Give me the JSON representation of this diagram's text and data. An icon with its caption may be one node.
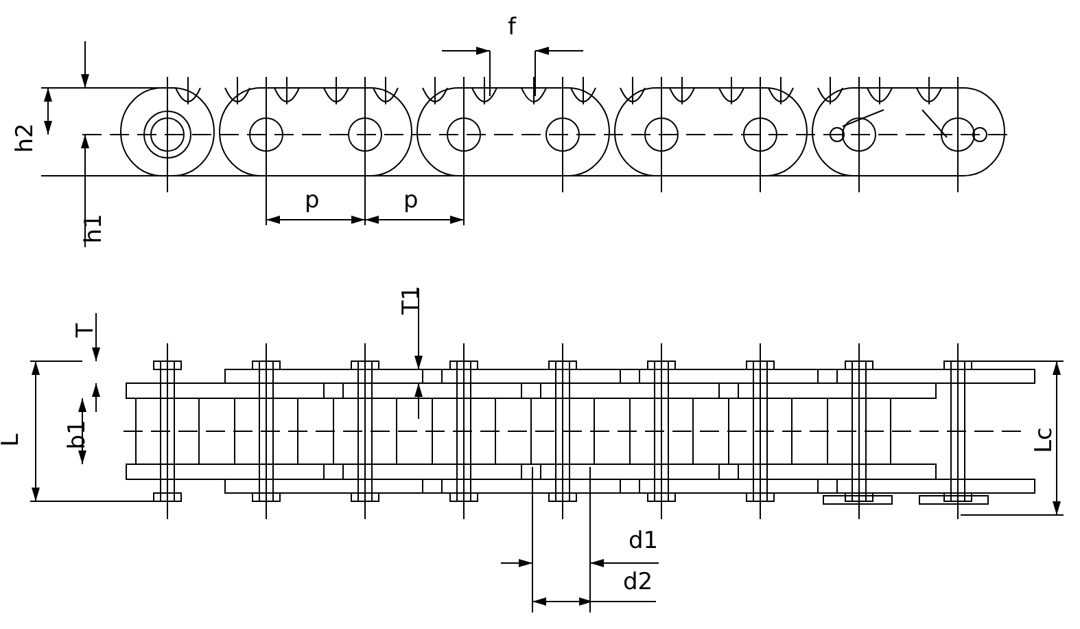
{
  "diagram": {
    "labels": [
      "f",
      "h2",
      "p",
      "p",
      "h1",
      "T1",
      "T",
      "L",
      "b1",
      "Lc",
      "d1",
      "d2"
    ]
  }
}
